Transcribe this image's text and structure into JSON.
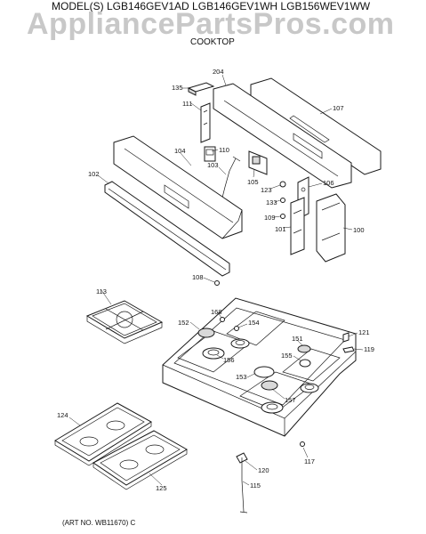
{
  "header": {
    "models": "MODEL(S) LGB146GEV1AD  LGB146GEV1WH  LGB156WEV1WW",
    "watermark": "AppliancePartsPros.com",
    "section": "COOKTOP"
  },
  "footer": {
    "art_no": "(ART NO. WB11670) C"
  },
  "callouts": {
    "c204": "204",
    "c135": "135",
    "c111": "111",
    "c107": "107",
    "c110": "110",
    "c104": "104",
    "c103": "103",
    "c105": "105",
    "c102": "102",
    "c123": "123",
    "c133": "133",
    "c106": "106",
    "c109": "109",
    "c101": "101",
    "c100": "100",
    "c108": "108",
    "c113": "113",
    "c152": "152",
    "c168": "168",
    "c154": "154",
    "c156": "156",
    "c151": "151",
    "c155": "155",
    "c153": "153",
    "c157": "157",
    "c121": "121",
    "c119": "119",
    "c124": "124",
    "c125": "125",
    "c120": "120",
    "c117": "117",
    "c115": "115"
  }
}
